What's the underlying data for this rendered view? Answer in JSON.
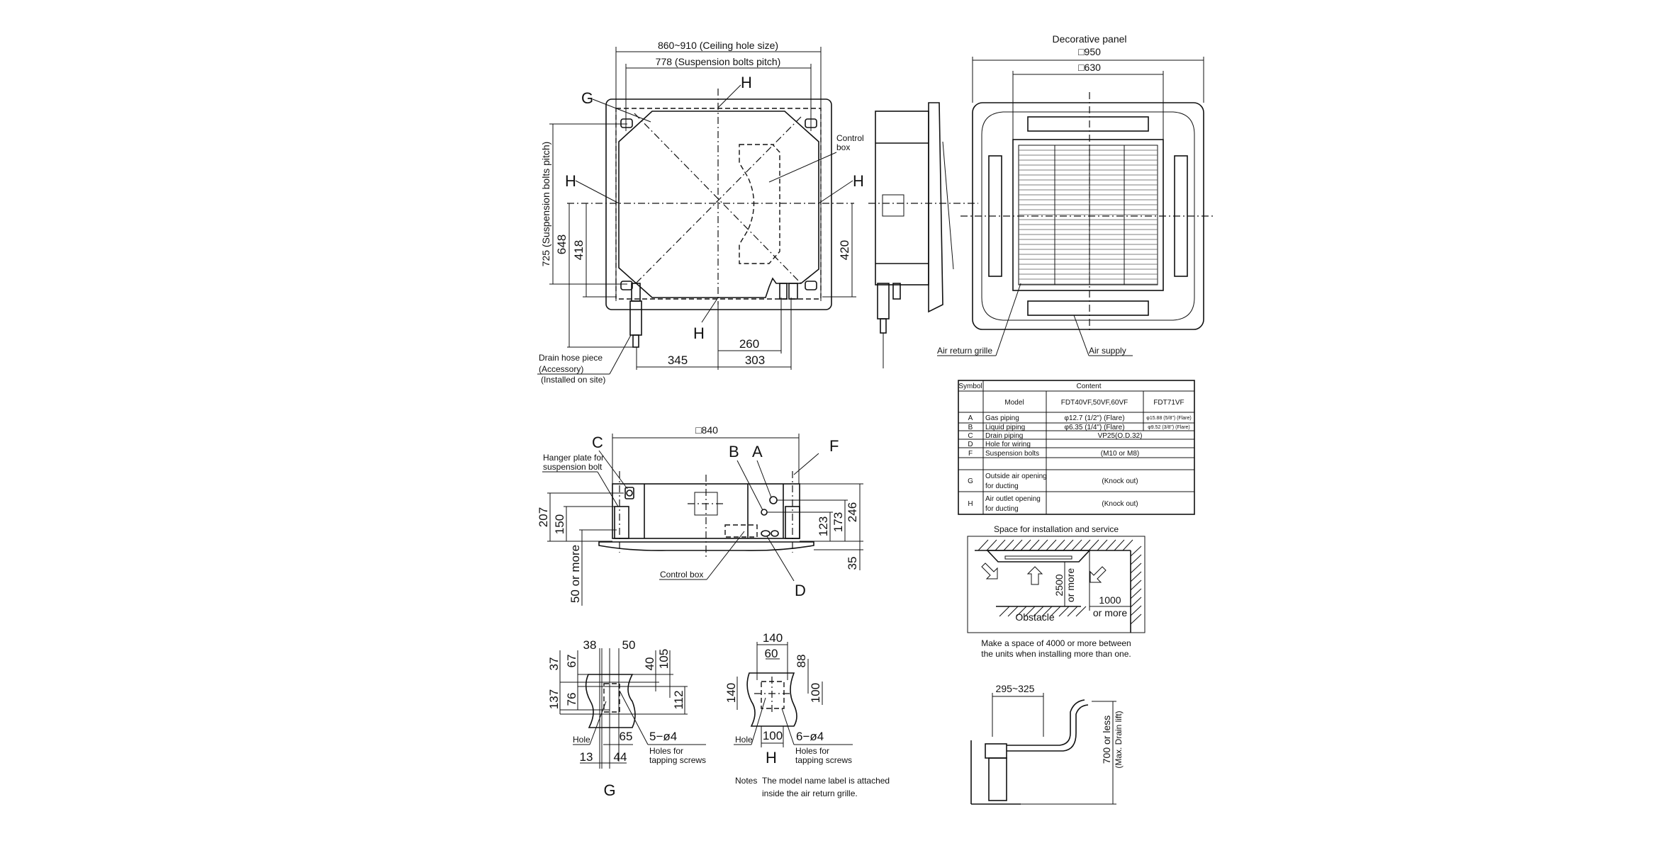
{
  "plan_view": {
    "ceiling_hole": "860~910 (Ceiling hole size)",
    "bolt_pitch_h": "778 (Suspension bolts pitch)",
    "bolt_pitch_v": "725 (Suspension bolts pitch)",
    "dim_648": "648",
    "dim_418": "418",
    "dim_420": "420",
    "dim_345": "345",
    "dim_303": "303",
    "dim_260": "260",
    "label_g": "G",
    "label_h_top": "H",
    "label_h_left": "H",
    "label_h_right": "H",
    "label_h_bottom": "H",
    "control_box_1": "Control",
    "control_box_2": "box",
    "drain_1": "Drain hose piece",
    "drain_2": "(Accessory)",
    "drain_3": "(Installed on site)"
  },
  "panel_view": {
    "title": "Decorative panel",
    "size_outer": "□950",
    "size_inner": "□630",
    "air_return": "Air return grille",
    "air_supply": "Air supply"
  },
  "spec_table": {
    "header_symbol": "Symbol",
    "header_content": "Content",
    "model_label": "Model",
    "model_a": "FDT40VF,50VF,60VF",
    "model_b": "FDT71VF",
    "rows": [
      {
        "symbol": "A",
        "item": "Gas piping",
        "value": "φ12.7 (1/2\") (Flare)",
        "value2": "φ15.88 (5/8\") (Flare)"
      },
      {
        "symbol": "B",
        "item": "Liquid piping",
        "value": "φ6.35 (1/4\") (Flare)",
        "value2": "φ9.52 (3/8\") (Flare)"
      },
      {
        "symbol": "C",
        "item": "Drain piping",
        "value": "VP25(O.D.32)"
      },
      {
        "symbol": "D",
        "item": "Hole for wiring",
        "value": ""
      },
      {
        "symbol": "F",
        "item": "Suspension bolts",
        "value": "(M10 or M8)"
      },
      {
        "symbol": "G",
        "item": "Outside air opening",
        "item2": "for ducting",
        "value": "(Knock out)"
      },
      {
        "symbol": "H",
        "item": "Air outlet opening",
        "item2": "for ducting",
        "value": "(Knock out)"
      }
    ]
  },
  "front_view": {
    "width": "□840",
    "label_c": "C",
    "label_b": "B",
    "label_a": "A",
    "label_f": "F",
    "label_d": "D",
    "hanger_1": "Hanger plate for",
    "hanger_2": "suspension bolt",
    "control_box": "Control box",
    "dim_207": "207",
    "dim_150": "150",
    "dim_50": "50 or more",
    "dim_246": "246",
    "dim_173": "173",
    "dim_123": "123",
    "dim_35": "35"
  },
  "service_space": {
    "title": "Space for installation and service",
    "dim_2500": "2500",
    "or_more_v": "or more",
    "dim_1000": "1000",
    "or_more_h": "or more",
    "obstacle": "Obstacle",
    "note_1": "Make a space of 4000 or more between",
    "note_2": "the units when installing more than one."
  },
  "detail_g": {
    "d38": "38",
    "d50": "50",
    "d37": "37",
    "d67": "67",
    "d40": "40",
    "d105": "105",
    "d137": "137",
    "d76": "76",
    "d112": "112",
    "hole": "Hole",
    "d65": "65",
    "holes_spec": "5−ø4",
    "holes_1": "Holes for",
    "holes_2": "tapping  screws",
    "d13": "13",
    "d44": "44",
    "title": "G"
  },
  "detail_h": {
    "d140_top": "140",
    "d60": "60",
    "d88": "88",
    "d140_left": "140",
    "d100_right": "100",
    "hole": "Hole",
    "d100_bottom": "100",
    "holes_spec": "6−ø4",
    "holes_1": "Holes for",
    "holes_2": "tapping  screws",
    "title": "H"
  },
  "notes": {
    "label": "Notes",
    "line_1": "The model name label is attached",
    "line_2": "inside the air return grille."
  },
  "drain_lift": {
    "dim": "295~325",
    "lift_1": "700 or less",
    "lift_2": "(Max. Drain lift)"
  }
}
